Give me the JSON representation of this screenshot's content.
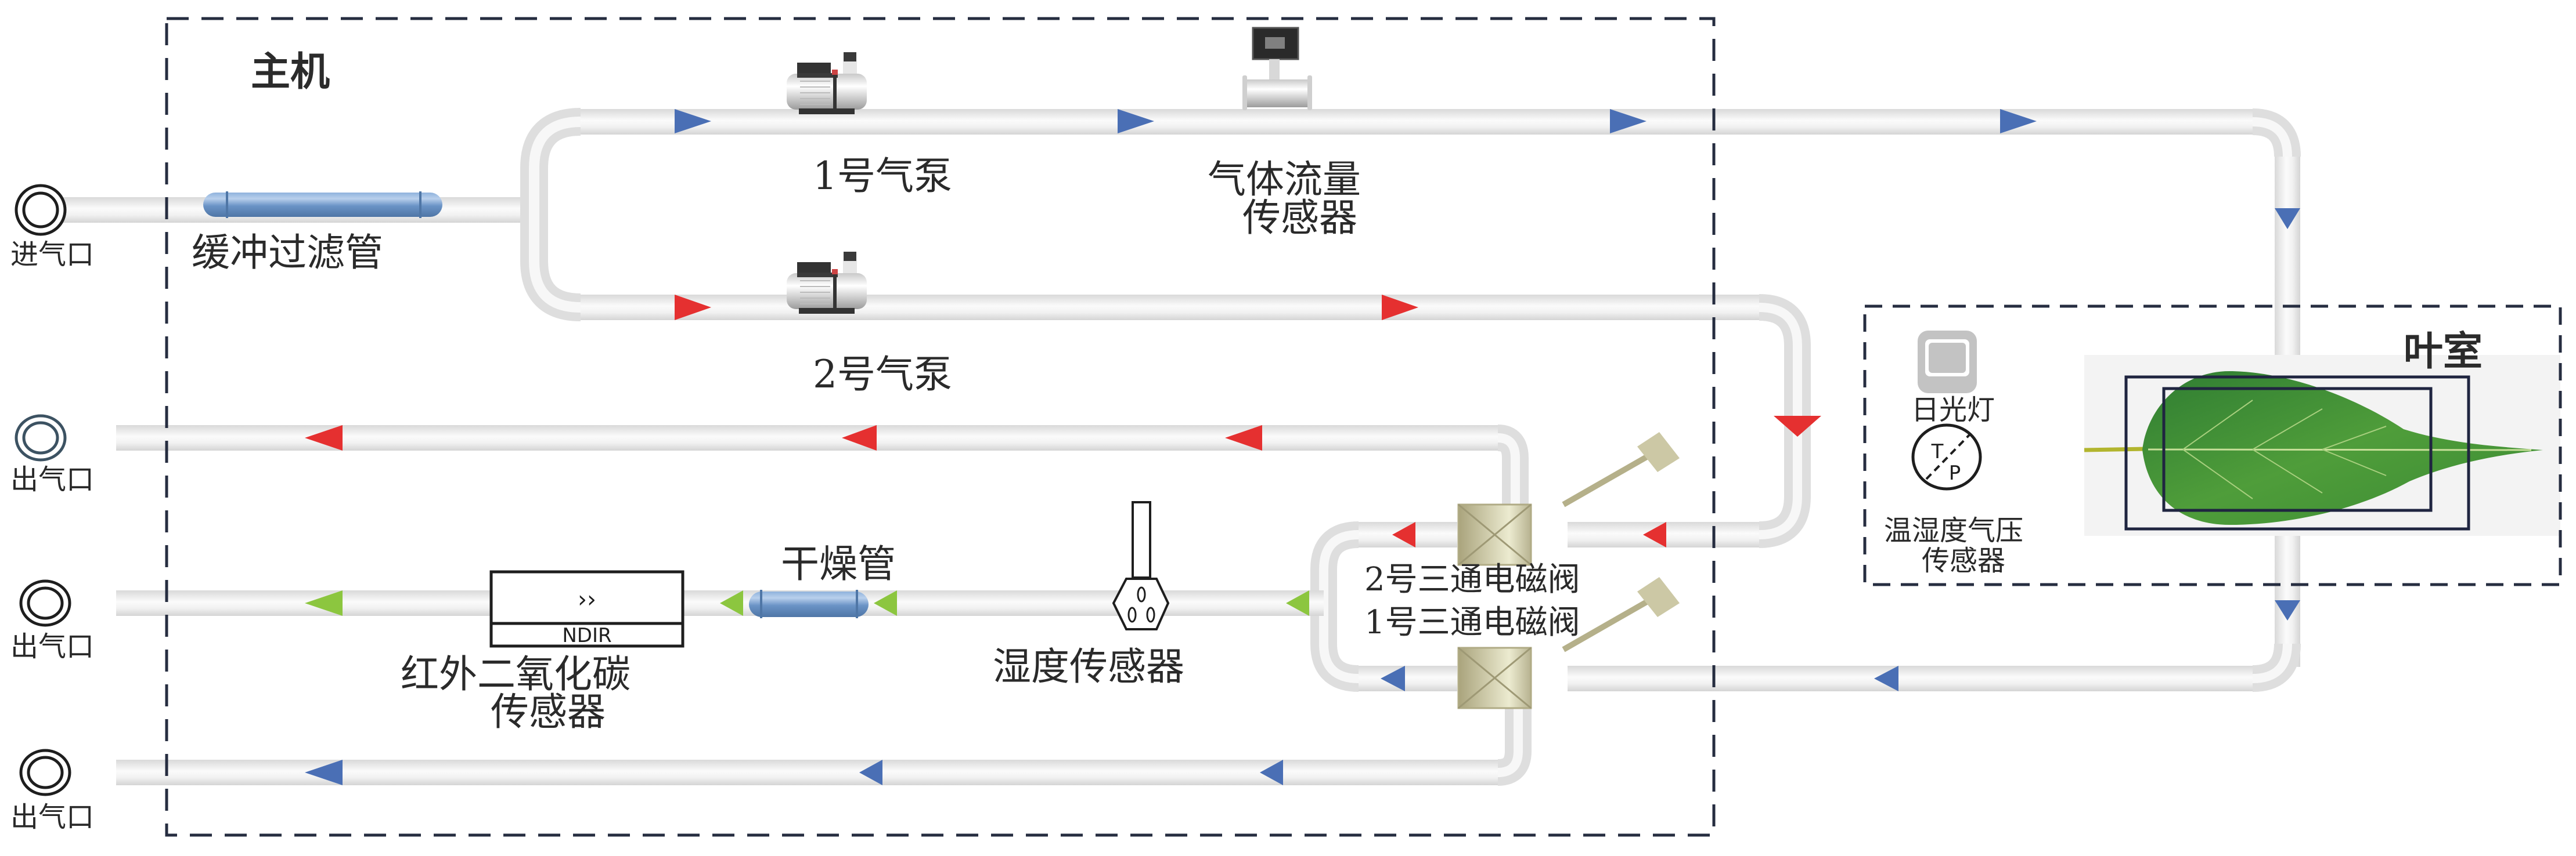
{
  "host_box": {
    "title": "主机"
  },
  "leaf_chamber": {
    "title": "叶室",
    "lamp_label": "日光灯",
    "thp_sensor_label_line1": "温湿度气压",
    "thp_sensor_label_line2": "传感器",
    "thp_symbol_t": "T",
    "thp_symbol_p": "P"
  },
  "inlet": {
    "label": "进气口"
  },
  "outlets": [
    {
      "label": "出气口"
    },
    {
      "label": "出气口"
    },
    {
      "label": "出气口"
    }
  ],
  "components": {
    "buffer_filter": "缓冲过滤管",
    "pump1": "1号气泵",
    "pump2": "2号气泵",
    "flow_sensor_line1": "气体流量",
    "flow_sensor_line2": "传感器",
    "valve2": "2号三通电磁阀",
    "valve1": "1号三通电磁阀",
    "drying_tube": "干燥管",
    "humidity_sensor": "湿度传感器",
    "ndir_text": "NDIR",
    "ndir_symbol": "››",
    "co2_sensor_line1": "红外二氧化碳",
    "co2_sensor_line2": "传感器"
  },
  "colors": {
    "flow_blue": "#4a6fb5",
    "flow_red": "#e53030",
    "flow_green": "#8cc63f",
    "box_dash": "#262d40",
    "pipe_light": "#f4f4f4",
    "pipe_dark": "#d6d6d6",
    "valve": "#c2bd98",
    "tube_blue": "#5b87bd"
  }
}
